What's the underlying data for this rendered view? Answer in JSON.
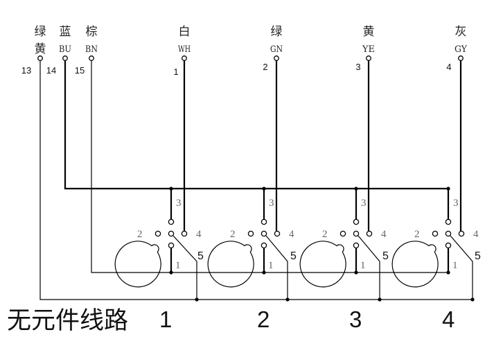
{
  "diagram": {
    "caption_text": "无元件线路",
    "caption_numbers": [
      "1",
      "2",
      "3",
      "4"
    ],
    "terminals": [
      {
        "cn_top": "绿",
        "cn_bottom": "黄",
        "code": "",
        "number": "13"
      },
      {
        "cn_top": "蓝",
        "cn_bottom": "",
        "code": "BU",
        "number": "14"
      },
      {
        "cn_top": "棕",
        "cn_bottom": "",
        "code": "BN",
        "number": "15"
      },
      {
        "cn_top": "白",
        "cn_bottom": "",
        "code": "WH",
        "number": "1"
      },
      {
        "cn_top": "绿",
        "cn_bottom": "",
        "code": "GN",
        "number": "2"
      },
      {
        "cn_top": "黄",
        "cn_bottom": "",
        "code": "YE",
        "number": "3"
      },
      {
        "cn_top": "灰",
        "cn_bottom": "",
        "code": "GY",
        "number": "4"
      }
    ],
    "connectors": [
      {
        "id": "1",
        "pins": [
          "1",
          "2",
          "3",
          "4",
          "5"
        ]
      },
      {
        "id": "2",
        "pins": [
          "1",
          "2",
          "3",
          "4",
          "5"
        ]
      },
      {
        "id": "3",
        "pins": [
          "1",
          "2",
          "3",
          "4",
          "5"
        ]
      },
      {
        "id": "4",
        "pins": [
          "1",
          "2",
          "3",
          "4",
          "5"
        ]
      }
    ],
    "buses": {
      "pin3_bus": "14 BU",
      "pin1_bus": "15 BN",
      "pin5_bus": "13 绿黄"
    }
  }
}
